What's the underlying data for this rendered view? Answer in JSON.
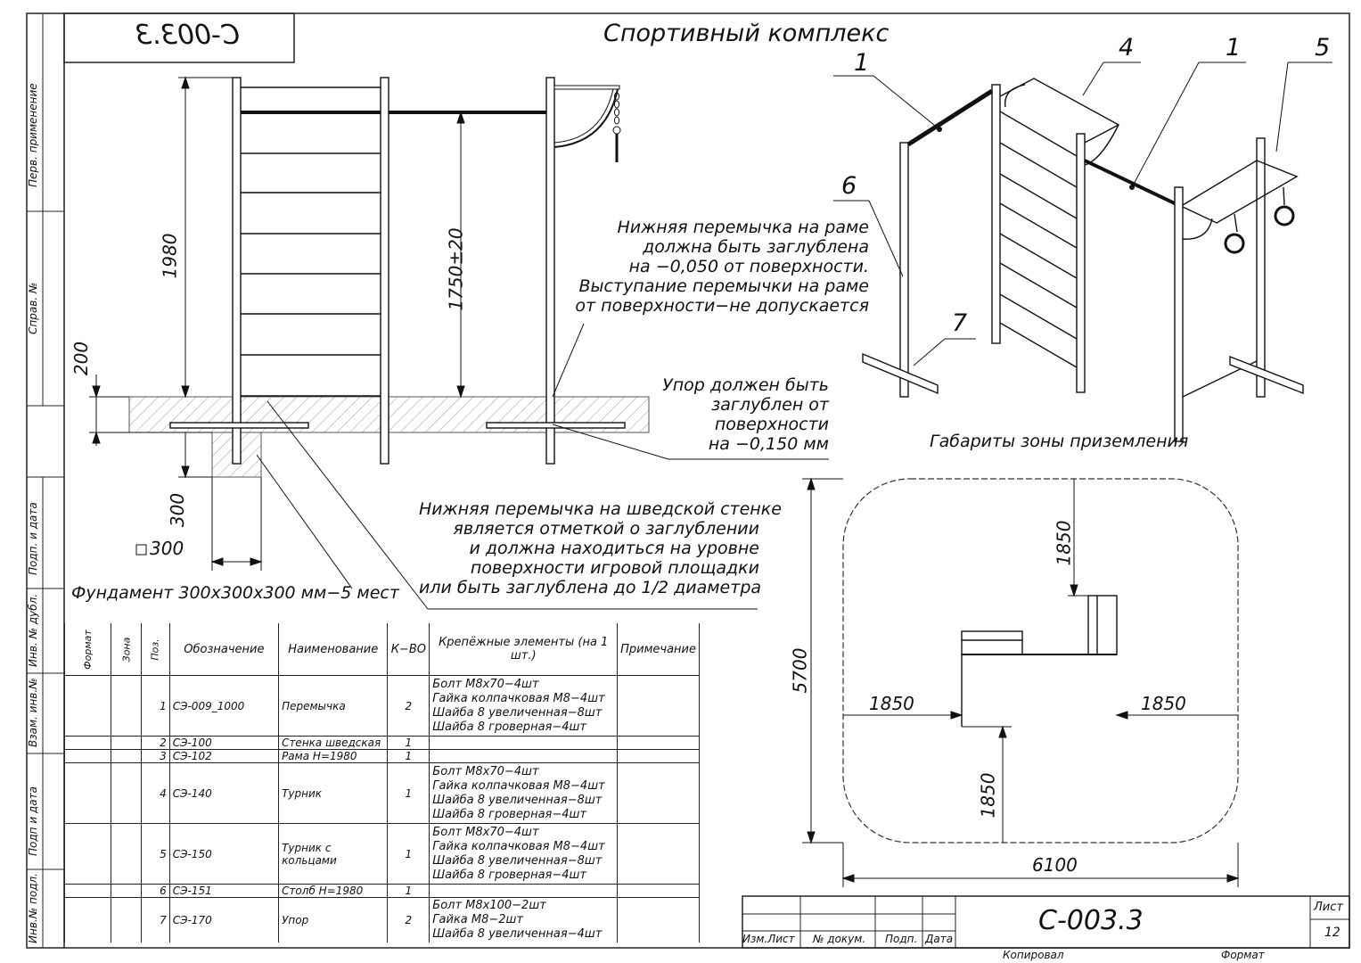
{
  "drawing": {
    "title": "Спортивный комплекс",
    "code_top": "С-003.3",
    "code_stamp": "С-003.3",
    "sheet_label": "Лист",
    "sheet_number": "12",
    "copied_label": "Копировал",
    "format_label": "Формат"
  },
  "side_stamp": {
    "perv_primenenie": "Перв. применение",
    "sprav_no": "Справ. №",
    "podp_i_data_1": "Подп. и дата",
    "inv_no_dubl": "Инв. № дубл.",
    "vzam_inv_no": "Взам. инв.№",
    "podp_i_data_2": "Подп и дата",
    "inv_no_podl": "Инв.№ подл."
  },
  "dimensions": {
    "height_1980": "1980",
    "height_1750": "1750±20",
    "dim_200": "200",
    "dim_300": "300",
    "square_300": "300",
    "zone_1850_top": "1850",
    "zone_1850_left": "1850",
    "zone_1850_right": "1850",
    "zone_1850_bottom": "1850",
    "zone_5700": "5700",
    "zone_6100": "6100"
  },
  "notes": {
    "lower_crossbar_frame": "Нижняя перемычка на раме\nдолжна быть заглублена\nна −0,050 от поверхности.\nВыступание перемычки на раме\nот поверхности−не допускается",
    "stop_depth": "Упор должен быть\nзаглублен от\nповерхности\nна −0,150 мм",
    "wall_crossbar": "Нижняя перемычка на шведской стенке\nявляется отметкой о заглублении\nи должна находиться на уровне\nповерхности игровой площадки\nили быть заглублена до 1/2 диаметра",
    "foundation": "Фундамент 300х300х300 мм−5 мест",
    "landing_zone": "Габариты зоны приземления"
  },
  "callouts": [
    "1",
    "4",
    "1",
    "5",
    "6",
    "7"
  ],
  "spec_table": {
    "headers": [
      "Формат",
      "Зона",
      "Поз.",
      "Обозначение",
      "Наименование",
      "К−ВО",
      "Крепёжные элементы (на 1 шт.)",
      "Примечание"
    ],
    "rows": [
      {
        "pos": "1",
        "code": "СЭ-009_1000",
        "name": "Перемычка",
        "qty": "2",
        "fasteners": [
          "Болт М8х70−4шт",
          "Гайка колпачковая М8−4шт",
          "Шайба 8 увеличенная−8шт",
          "Шайба 8 гроверная−4шт"
        ]
      },
      {
        "pos": "2",
        "code": "СЭ-100",
        "name": "Стенка шведская",
        "qty": "1",
        "fasteners": []
      },
      {
        "pos": "3",
        "code": "СЭ-102",
        "name": "Рама Н=1980",
        "qty": "1",
        "fasteners": []
      },
      {
        "pos": "4",
        "code": "СЭ-140",
        "name": "Турник",
        "qty": "1",
        "fasteners": [
          "Болт М8х70−4шт",
          "Гайка колпачковая М8−4шт",
          "Шайба 8 увеличенная−8шт",
          "Шайба 8 гроверная−4шт"
        ]
      },
      {
        "pos": "5",
        "code": "СЭ-150",
        "name": "Турник с кольцами",
        "qty": "1",
        "fasteners": [
          "Болт М8х70−4шт",
          "Гайка колпачковая М8−4шт",
          "Шайба 8 увеличенная−8шт",
          "Шайба 8 гроверная−4шт"
        ]
      },
      {
        "pos": "6",
        "code": "СЭ-151",
        "name": "Столб Н=1980",
        "qty": "1",
        "fasteners": []
      },
      {
        "pos": "7",
        "code": "СЭ-170",
        "name": "Упор",
        "qty": "2",
        "fasteners": [
          "Болт М8х100−2шт",
          "Гайка М8−2шт",
          "Шайба 8 увеличенная−4шт"
        ]
      }
    ]
  },
  "title_block": {
    "izm_list": "Изм.Лист",
    "doc_no": "№ докум.",
    "podp": "Подп.",
    "data": "Дата"
  }
}
